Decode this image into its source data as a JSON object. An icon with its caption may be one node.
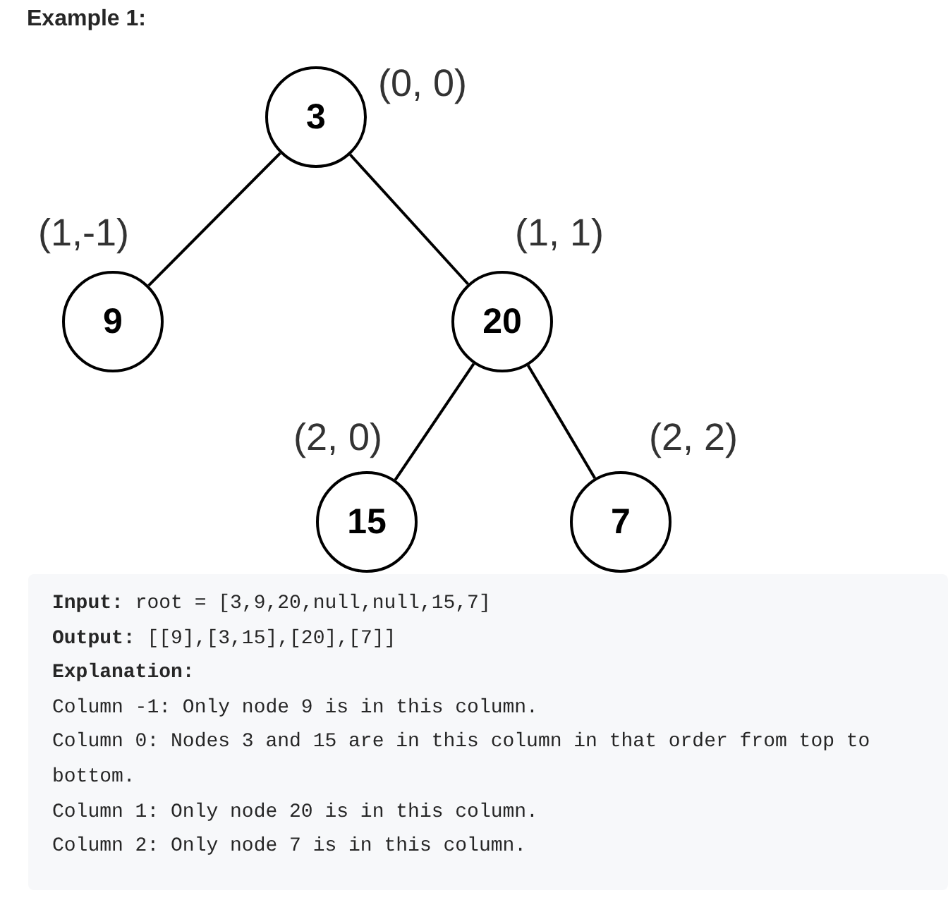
{
  "diagram": {
    "title": "Example 1:",
    "nodes": [
      {
        "text": [
          "3"
        ],
        "beside": [
          "(0, 0)"
        ]
      },
      {
        "text": [
          "9"
        ],
        "beside": [
          "(1,-1)"
        ]
      },
      {
        "text": [
          "20"
        ],
        "beside": [
          "(1, 1)"
        ]
      },
      {
        "text": [
          "15"
        ],
        "beside": [
          "(2, 0)"
        ]
      },
      {
        "text": [
          "7"
        ],
        "beside": [
          "(2, 2)"
        ]
      },
      {
        "text": [
          "**Input:** root = [3,9,20,null,null,15,7]",
          "**Output:** [[9],[3,15],[20],[7]]",
          "Explanation:",
          "Column -1: Only node 9 is in this column.",
          "Column 0: Nodes 3 and 15 are in this column in that order from top to bottom.",
          "Column 1: Only node 20 is in this column.",
          "Column 2: Only node 7 is in this column."
        ]
      }
    ],
    "edges": [
      {
        "from": 0,
        "to": 1,
        "arrow": "none"
      },
      {
        "from": 0,
        "to": 2,
        "arrow": "none"
      },
      {
        "from": 2,
        "to": 3,
        "arrow": "none"
      },
      {
        "from": 2,
        "to": 4,
        "arrow": "none"
      }
    ]
  }
}
